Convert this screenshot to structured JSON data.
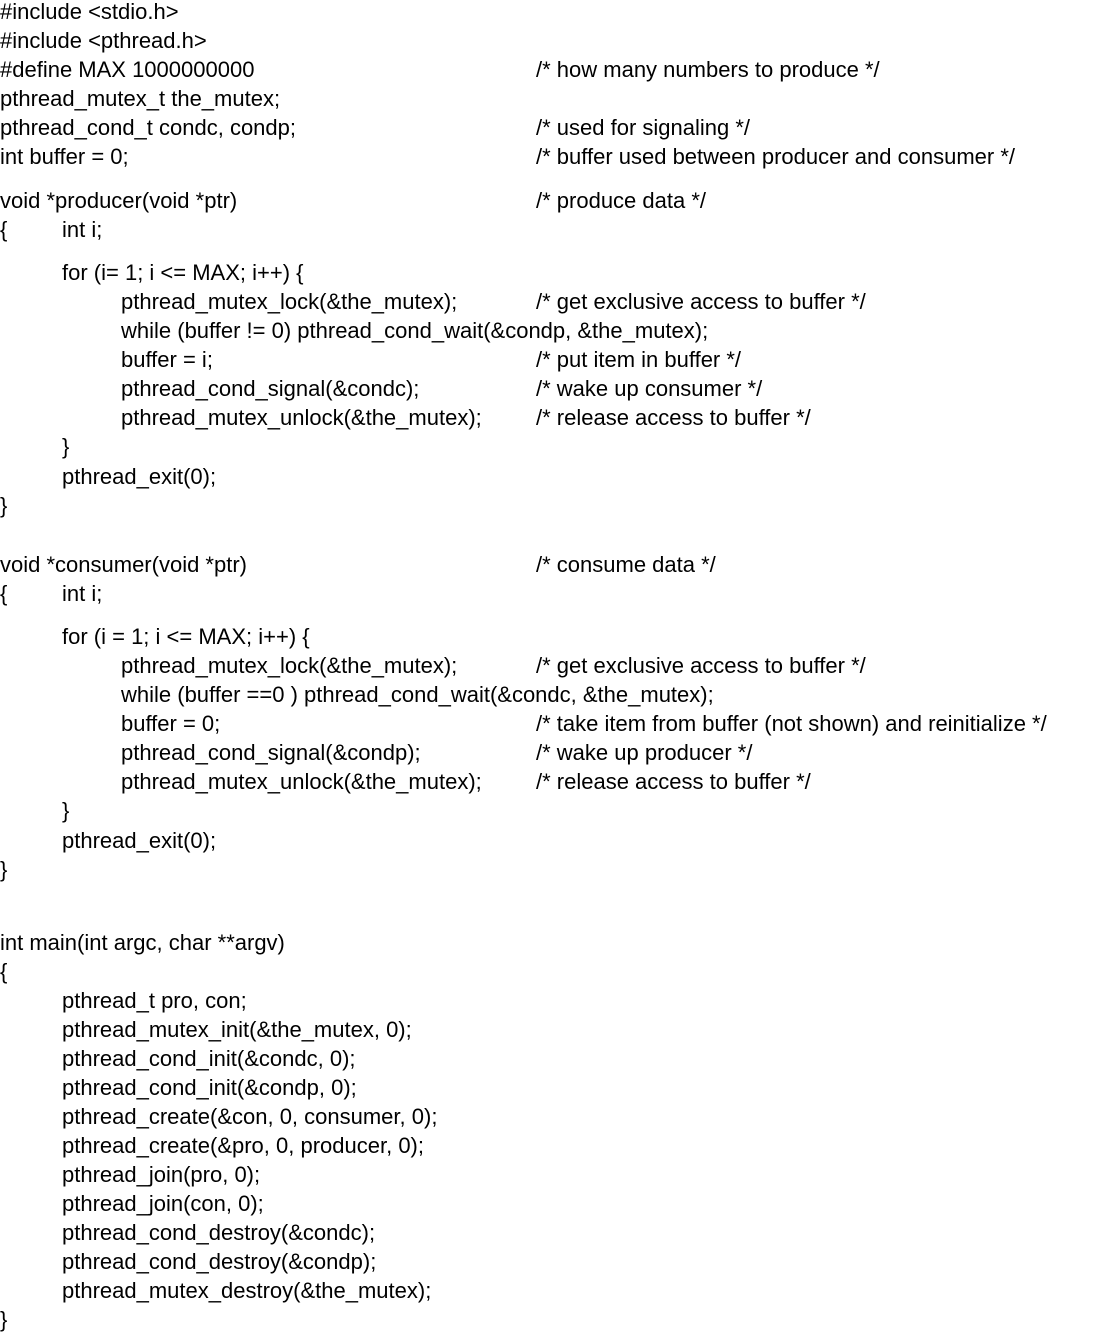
{
  "listing": {
    "lines": [
      {
        "code": "#include <stdio.h>",
        "comment": ""
      },
      {
        "code": "#include <pthread.h>",
        "comment": ""
      },
      {
        "code": "#define MAX 1000000000",
        "comment": "/* how many numbers to produce */"
      },
      {
        "code": "pthread_mutex_t the_mutex;",
        "comment": ""
      },
      {
        "code": "pthread_cond_t condc, condp;",
        "comment": "/* used for signaling */"
      },
      {
        "code": "int buffer = 0;",
        "comment": "/* buffer used between producer and consumer */"
      },
      {
        "code": "void *producer(void *ptr)",
        "comment": "/* produce data */"
      },
      {
        "code": "{",
        "comment": ""
      },
      {
        "code": "int i;",
        "comment": ""
      },
      {
        "code": "for (i= 1; i <= MAX; i++) {",
        "comment": ""
      },
      {
        "code": "pthread_mutex_lock(&the_mutex);",
        "comment": "/* get exclusive access to buffer */"
      },
      {
        "code": "while (buffer != 0) pthread_cond_wait(&condp, &the_mutex);",
        "comment": ""
      },
      {
        "code": "buffer = i;",
        "comment": "/* put item in buffer */"
      },
      {
        "code": "pthread_cond_signal(&condc);",
        "comment": "/* wake up consumer */"
      },
      {
        "code": "pthread_mutex_unlock(&the_mutex);",
        "comment": "/* release access to buffer */"
      },
      {
        "code": "}",
        "comment": ""
      },
      {
        "code": "pthread_exit(0);",
        "comment": ""
      },
      {
        "code": "}",
        "comment": ""
      },
      {
        "code": "void *consumer(void *ptr)",
        "comment": "/* consume data */"
      },
      {
        "code": "{",
        "comment": ""
      },
      {
        "code": "int i;",
        "comment": ""
      },
      {
        "code": "for (i = 1; i <= MAX; i++) {",
        "comment": ""
      },
      {
        "code": "pthread_mutex_lock(&the_mutex);",
        "comment": "/* get exclusive access to buffer */"
      },
      {
        "code": "while (buffer ==0 ) pthread_cond_wait(&condc, &the_mutex);",
        "comment": ""
      },
      {
        "code": "buffer = 0;",
        "comment": "/* take item from buffer (not shown) and reinitialize */"
      },
      {
        "code": "pthread_cond_signal(&condp);",
        "comment": "/* wake up producer */"
      },
      {
        "code": "pthread_mutex_unlock(&the_mutex);",
        "comment": "/* release access to buffer */"
      },
      {
        "code": "}",
        "comment": ""
      },
      {
        "code": "pthread_exit(0);",
        "comment": ""
      },
      {
        "code": "}",
        "comment": ""
      },
      {
        "code": "int main(int argc, char **argv)",
        "comment": ""
      },
      {
        "code": "{",
        "comment": ""
      },
      {
        "code": "pthread_t pro, con;",
        "comment": ""
      },
      {
        "code": "pthread_mutex_init(&the_mutex, 0);",
        "comment": ""
      },
      {
        "code": "pthread_cond_init(&condc, 0);",
        "comment": ""
      },
      {
        "code": "pthread_cond_init(&condp, 0);",
        "comment": ""
      },
      {
        "code": "pthread_create(&con, 0, consumer, 0);",
        "comment": ""
      },
      {
        "code": "pthread_create(&pro, 0, producer, 0);",
        "comment": ""
      },
      {
        "code": "pthread_join(pro, 0);",
        "comment": ""
      },
      {
        "code": "pthread_join(con, 0);",
        "comment": ""
      },
      {
        "code": "pthread_cond_destroy(&condc);",
        "comment": ""
      },
      {
        "code": "pthread_cond_destroy(&condp);",
        "comment": ""
      },
      {
        "code": "pthread_mutex_destroy(&the_mutex);",
        "comment": ""
      },
      {
        "code": "}",
        "comment": ""
      }
    ]
  }
}
